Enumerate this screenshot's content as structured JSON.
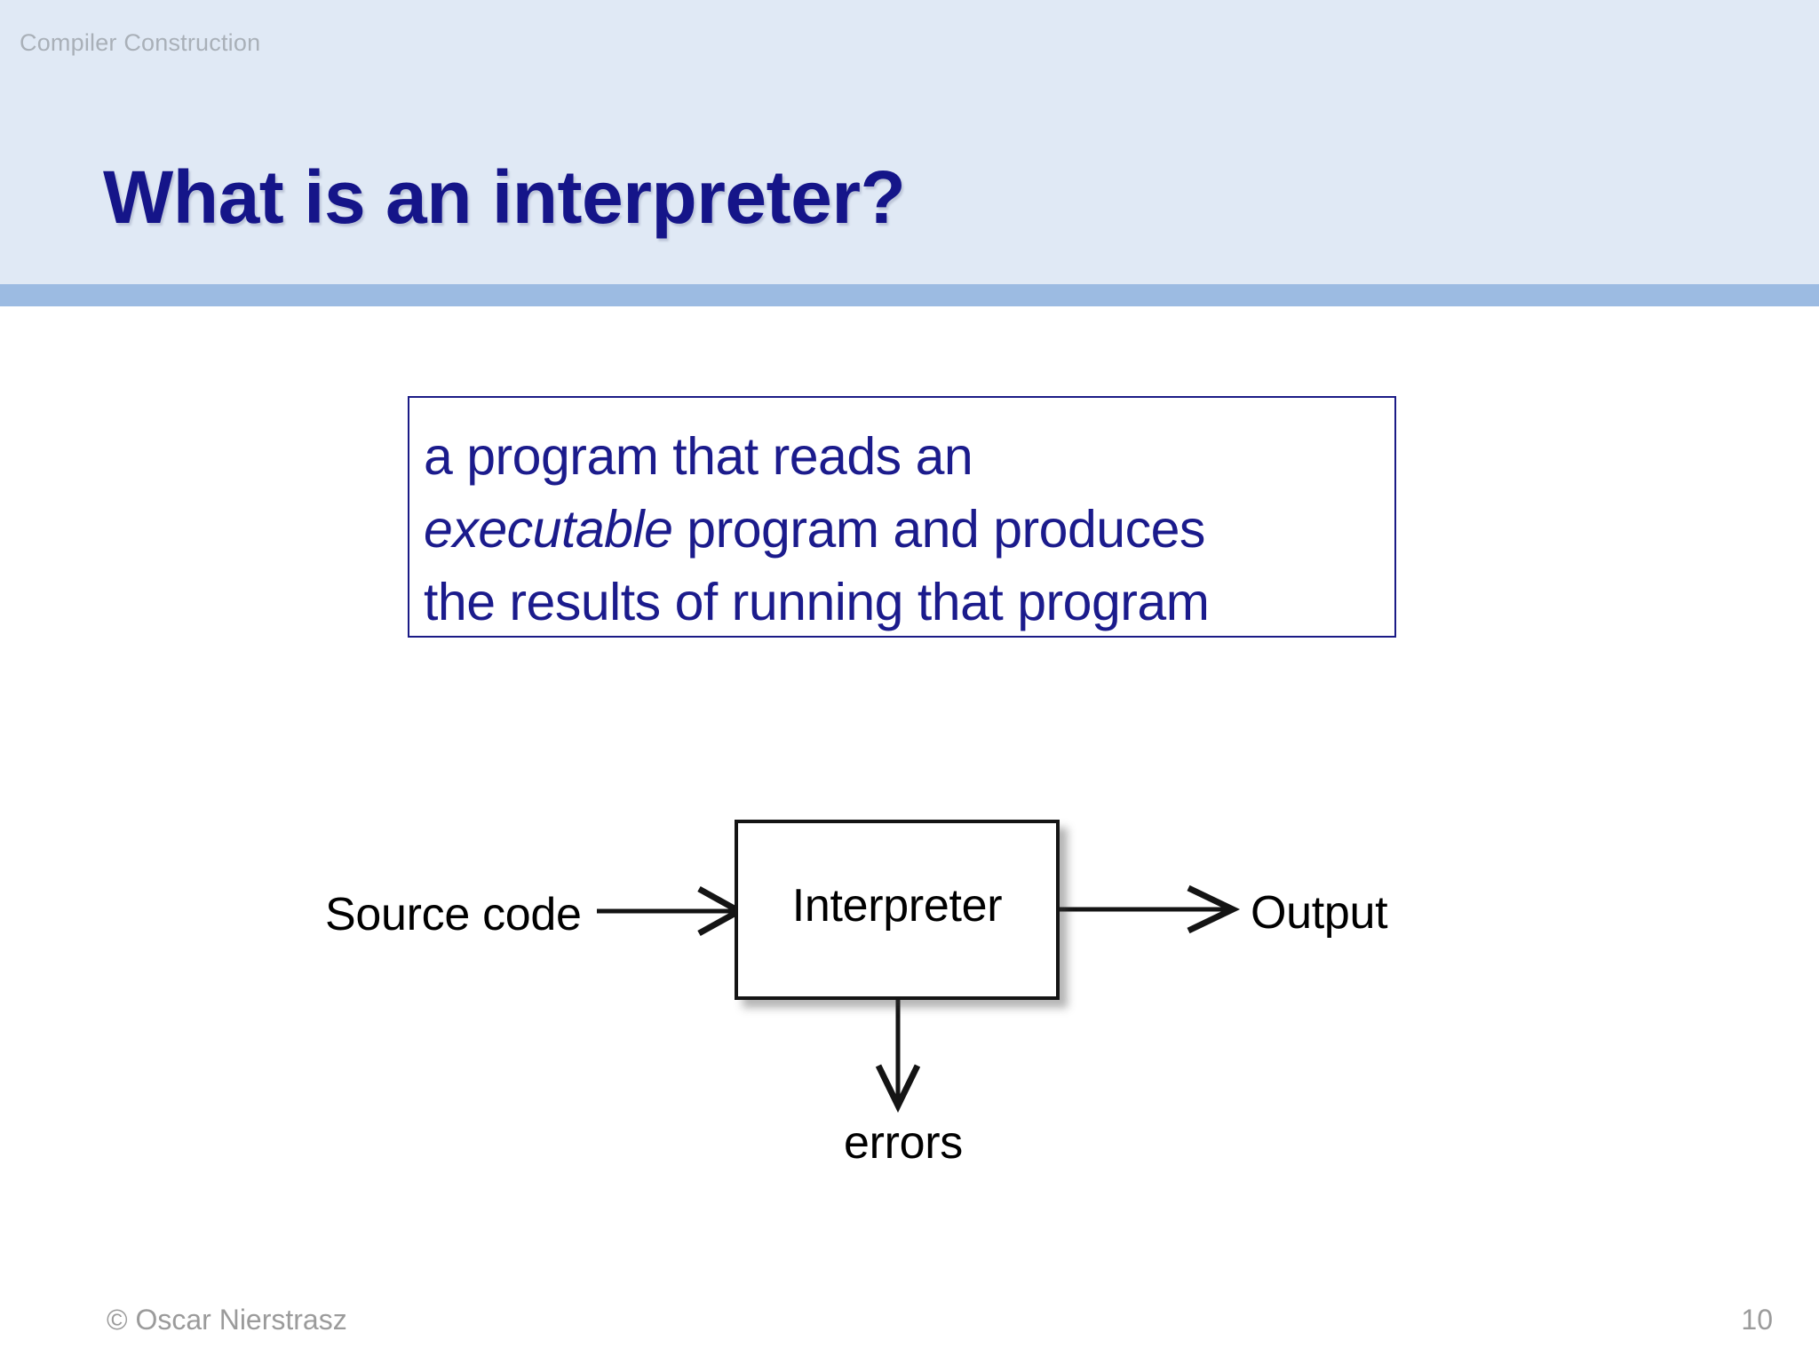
{
  "slide": {
    "kicker": "Compiler Construction",
    "title": "What is an interpreter?",
    "page_number": "10",
    "copyright": "© Oscar Nierstrasz",
    "colors": {
      "header_background": "#e0e9f5",
      "header_rule": "#9cbbe2",
      "title_text": "#151589",
      "definition_text": "#1b1b8c",
      "definition_border": "#1b1b86",
      "diagram_stroke": "#141414",
      "footer_text": "#9b9b9b",
      "kicker_text": "#a9b0b8",
      "body_background": "#ffffff"
    }
  },
  "definition": {
    "line1": "a program that reads an",
    "emphasis": "executable",
    "line2_rest": " program and produces",
    "line3": "the results of running that program"
  },
  "diagram": {
    "process_label": "Interpreter",
    "input_label": "Source code",
    "output_label": "Output",
    "error_label": "errors",
    "arrows": [
      {
        "name": "source-to-interpreter",
        "direction": "right"
      },
      {
        "name": "interpreter-to-output",
        "direction": "right"
      },
      {
        "name": "interpreter-to-errors",
        "direction": "down"
      }
    ]
  }
}
